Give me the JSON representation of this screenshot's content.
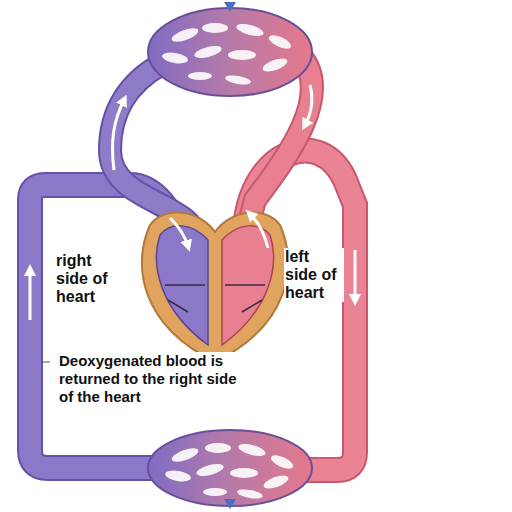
{
  "diagram": {
    "labels": [
      "right side of heart",
      "left side of heart",
      "Deoxygenated blood is returned to the right side of the heart"
    ]
  }
}
